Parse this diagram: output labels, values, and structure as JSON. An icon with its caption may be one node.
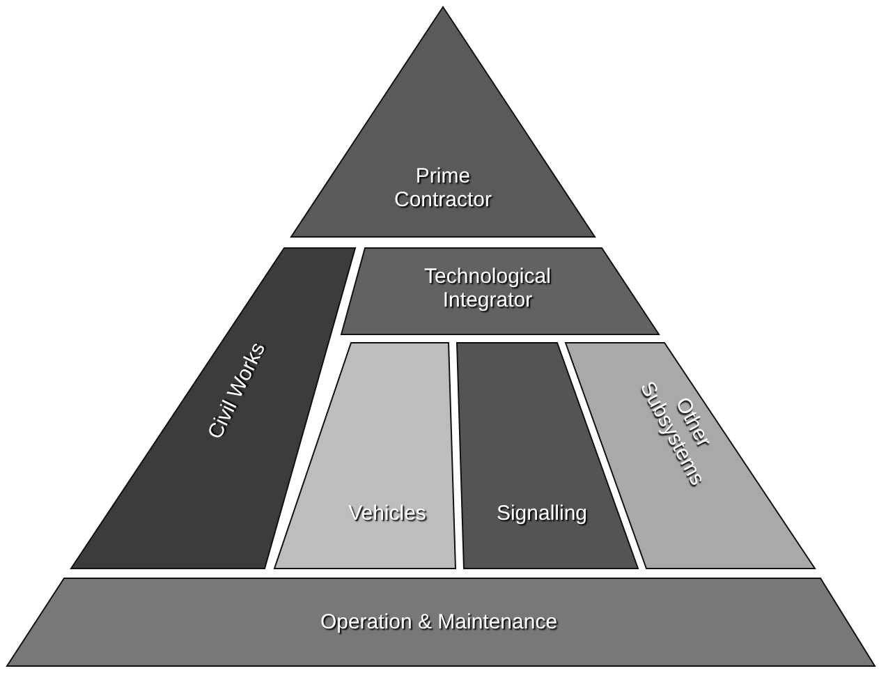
{
  "diagram": {
    "nodes": [
      {
        "text": [
          "Prime Contractor"
        ]
      },
      {
        "text": [
          "Civil Works"
        ]
      },
      {
        "text": [
          "Technological Integrator"
        ]
      },
      {
        "text": [
          "Vehicles"
        ]
      },
      {
        "text": [
          "Signalling"
        ]
      },
      {
        "text": [
          "Other Subsystems"
        ]
      },
      {
        "text": [
          "Operation & Maintenance"
        ]
      }
    ]
  }
}
